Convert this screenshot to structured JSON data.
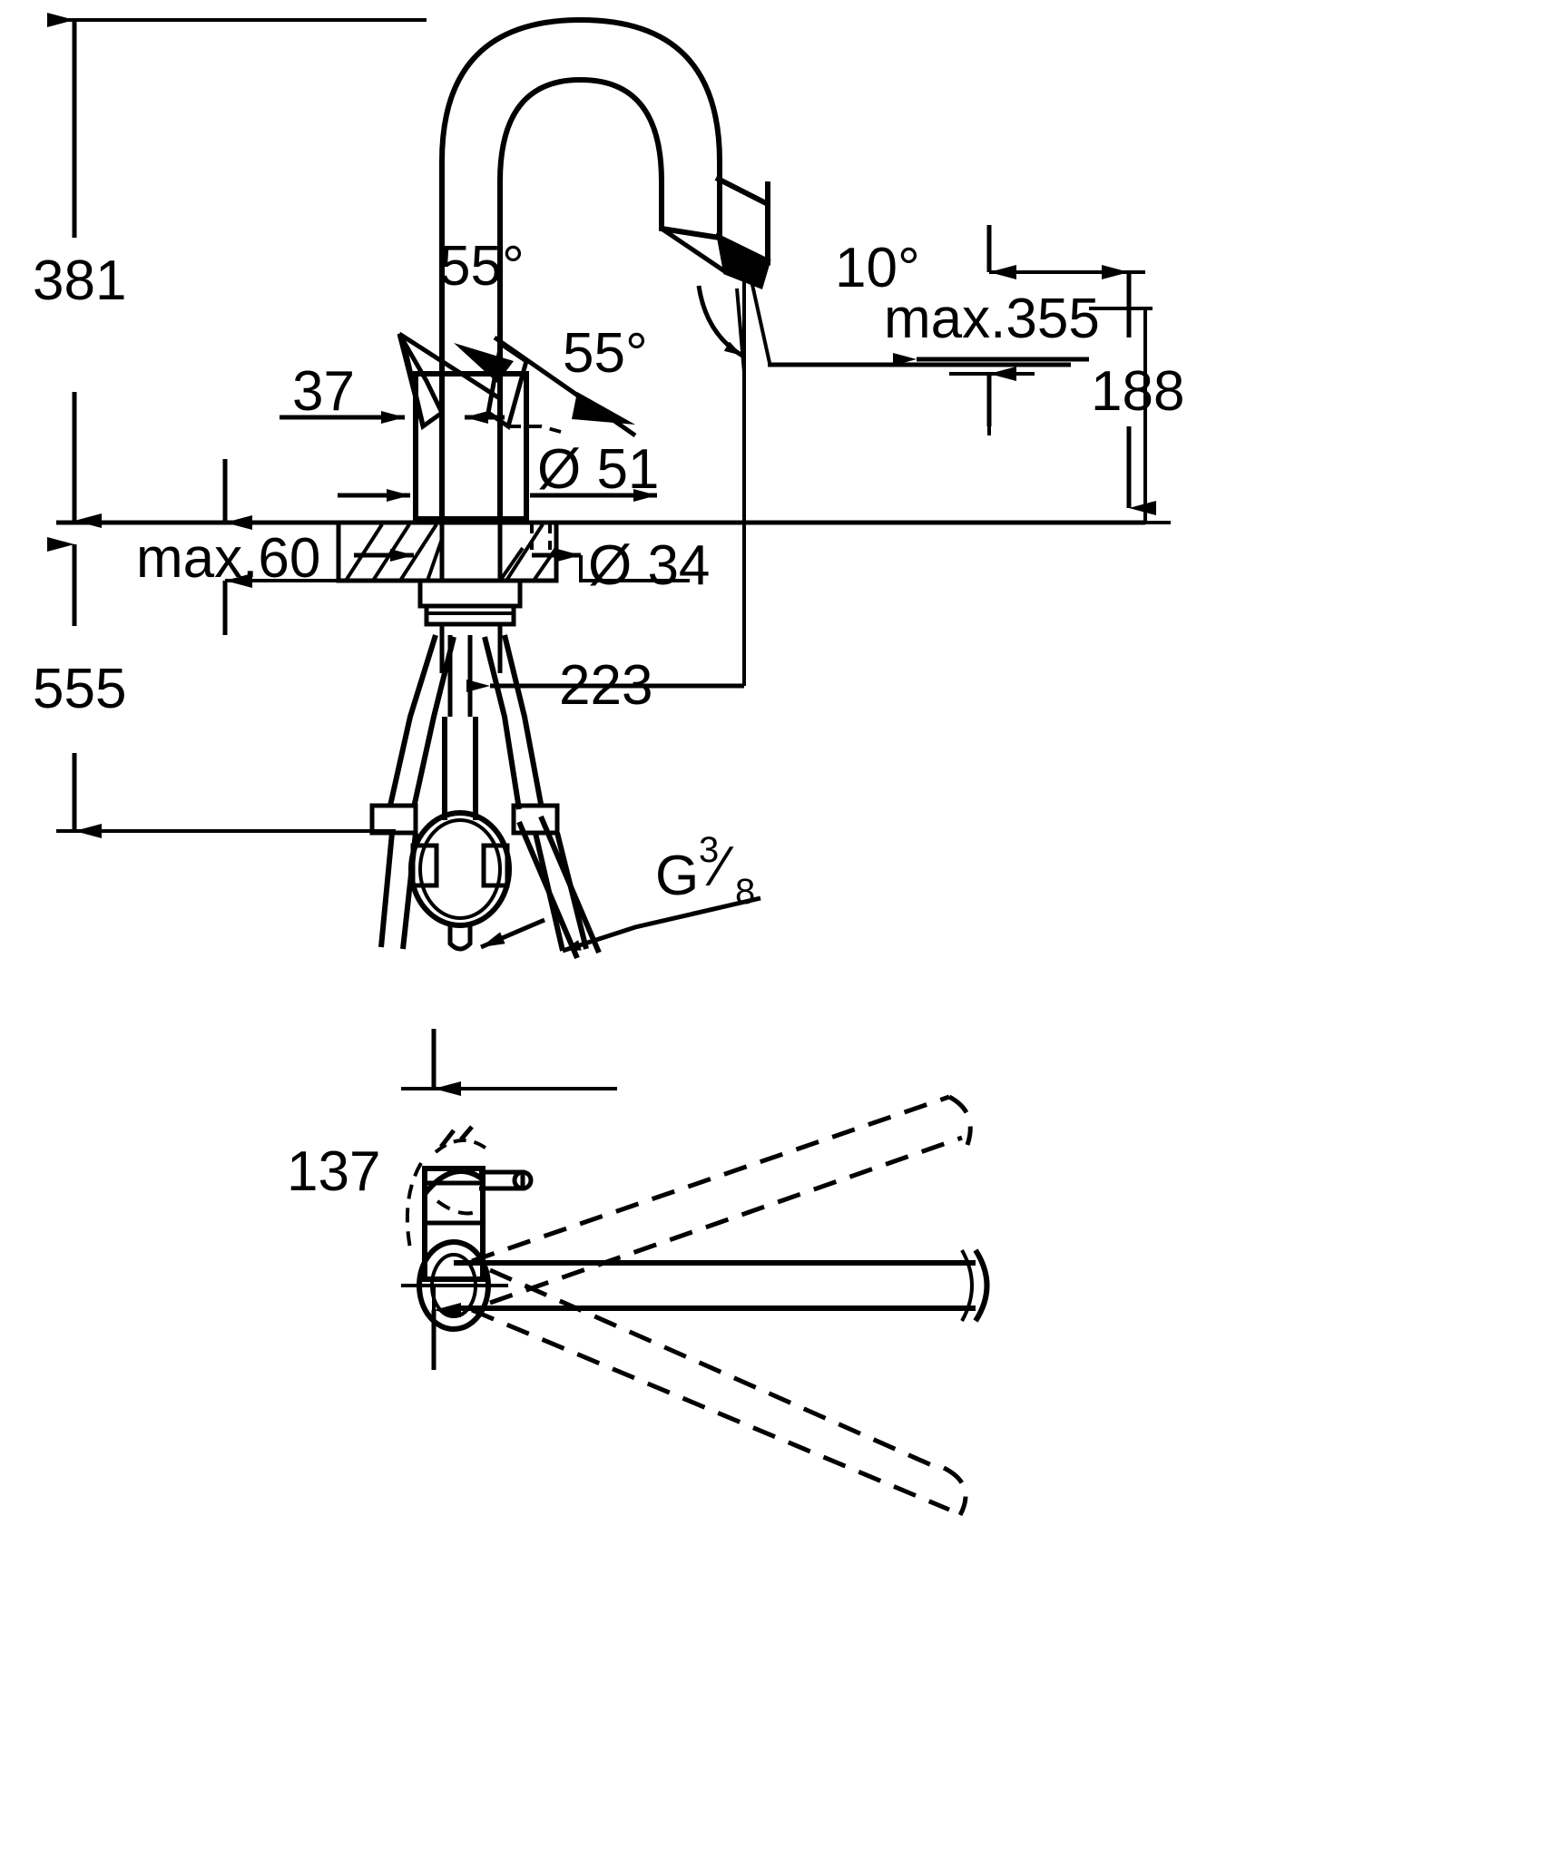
{
  "drawing": {
    "title": "Kitchen mixer tap technical dimension drawing",
    "units": "mm",
    "line_color": "#000000",
    "background_color": "#ffffff",
    "views": [
      {
        "name": "side-elevation",
        "position": "top"
      },
      {
        "name": "plan-view",
        "position": "bottom"
      }
    ]
  },
  "dimensions": {
    "overall_height": "381",
    "below_counter_length": "555",
    "spout_offset": "37",
    "swivel_angle_left": "55°",
    "swivel_angle_right": "55°",
    "spray_head_tilt": "10°",
    "spout_diameter": "Ø 51",
    "hole_diameter": "Ø 34",
    "max_counter_thickness": "max.60",
    "max_reach": "max.355",
    "spout_height": "188",
    "hose_length": "223",
    "connection_thread_letter": "G",
    "connection_thread_numerator": "3",
    "connection_thread_denominator": "8",
    "plan_view_offset": "137"
  },
  "labels": [
    {
      "id": "d-381",
      "text": "381"
    },
    {
      "id": "d-555",
      "text": "555"
    },
    {
      "id": "d-37",
      "text": "37"
    },
    {
      "id": "d-55a",
      "text": "55°"
    },
    {
      "id": "d-55b",
      "text": "55°"
    },
    {
      "id": "d-10",
      "text": "10°"
    },
    {
      "id": "d-max355",
      "text": "max.355"
    },
    {
      "id": "d-188",
      "text": "188"
    },
    {
      "id": "d-d51",
      "text": "Ø 51"
    },
    {
      "id": "d-d34",
      "text": "Ø 34"
    },
    {
      "id": "d-max60",
      "text": "max.60"
    },
    {
      "id": "d-223",
      "text": "223"
    },
    {
      "id": "d-g38-g",
      "text": "G"
    },
    {
      "id": "d-g38-num",
      "text": "3"
    },
    {
      "id": "d-g38-den",
      "text": "8"
    },
    {
      "id": "d-137",
      "text": "137"
    }
  ]
}
